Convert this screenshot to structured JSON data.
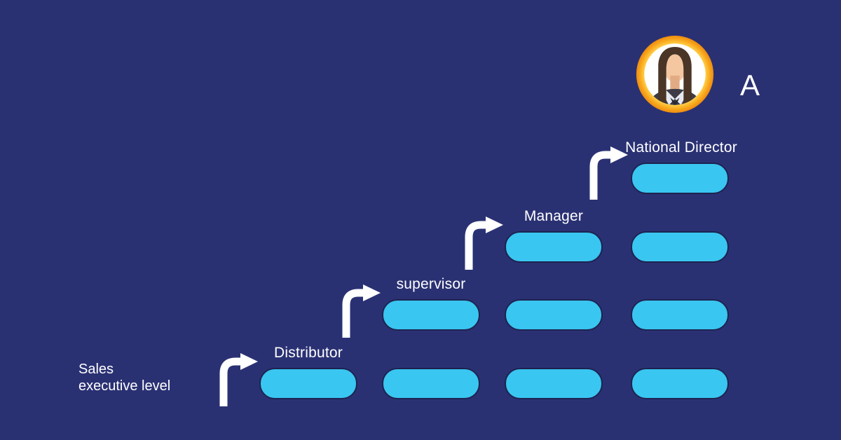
{
  "colors": {
    "background": "#2a3173",
    "pill": "#39c6f1",
    "pill_border": "#1d2350",
    "text": "#ffffff",
    "ring_inner": "#ffd04a",
    "ring_mid": "#f9a91e",
    "ring_outer": "#ee8b10",
    "avatar_bg": "#ffffff",
    "hair": "#4a3526",
    "skin": "#f4c7a1",
    "skin_shadow": "#e2ab84",
    "jacket": "#3c3b46",
    "collar": "#e6eaf0",
    "shirt_dark": "#2b2a33"
  },
  "caption": {
    "line1": "Sales",
    "line2": "executive level"
  },
  "columns": [
    {
      "label": "Distributor",
      "pill_count": 1
    },
    {
      "label": "supervisor",
      "pill_count": 2
    },
    {
      "label": "Manager",
      "pill_count": 3
    },
    {
      "label": "National Director",
      "pill_count": 4
    }
  ],
  "avatar": {
    "letter": "A",
    "icon": "woman-avatar-icon"
  },
  "icons": {
    "step_arrow": "curved-up-right-arrow"
  }
}
